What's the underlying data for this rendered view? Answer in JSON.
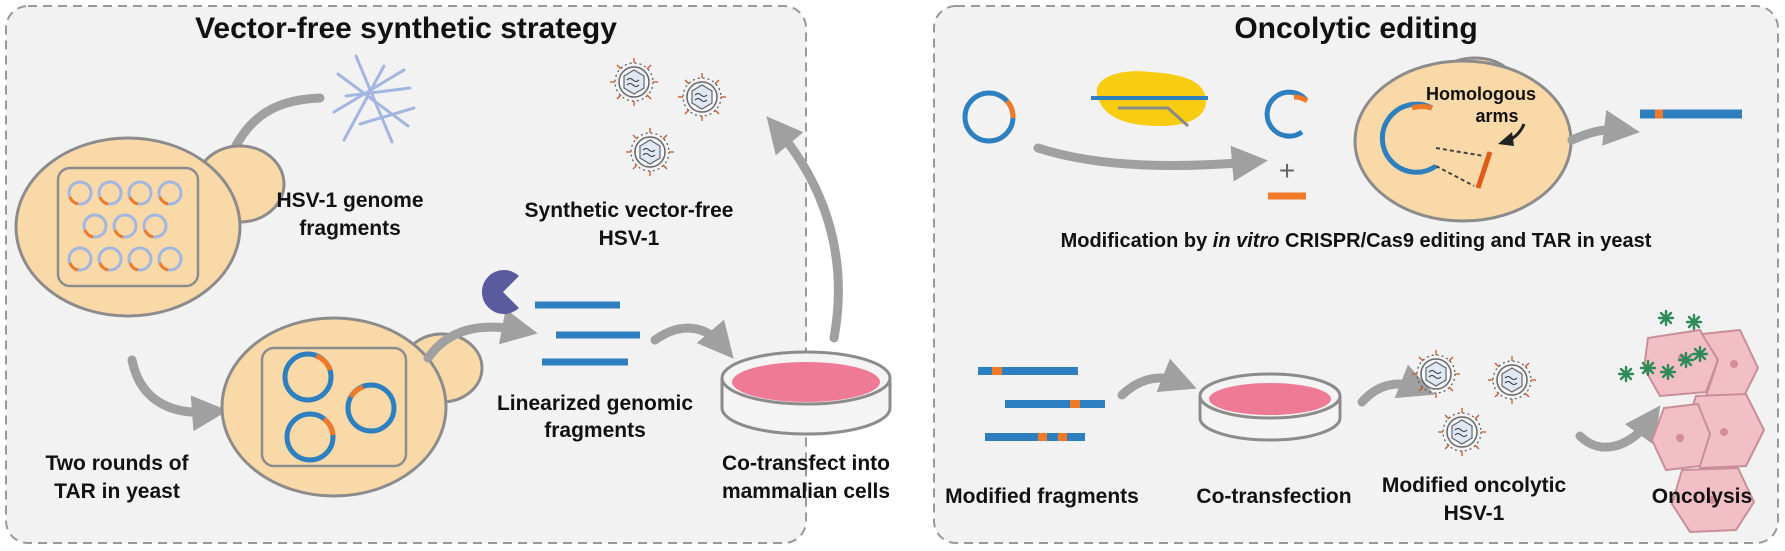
{
  "panels": {
    "left": {
      "title": "Vector-free synthetic strategy",
      "labels": {
        "genome_fragments_1": "HSV-1 genome",
        "genome_fragments_2": "fragments",
        "synthetic_1": "Synthetic vector-free",
        "synthetic_2": "HSV-1",
        "linearized_1": "Linearized genomic",
        "linearized_2": "fragments",
        "tar_1": "Two rounds of",
        "tar_2": "TAR in yeast",
        "cotransfect_1": "Co-transfect into",
        "cotransfect_2": "mammalian cells"
      }
    },
    "right": {
      "title": "Oncolytic editing",
      "labels": {
        "homologous_1": "Homologous",
        "homologous_2": "arms",
        "modification_pre": "Modification by ",
        "modification_italic": "in vitro",
        "modification_post": " CRISPR/Cas9 editing and TAR in yeast",
        "modified_fragments": "Modified fragments",
        "cotransfection": "Co-transfection",
        "modified_oncolytic_1": "Modified oncolytic",
        "modified_oncolytic_2": "HSV-1",
        "oncolysis": "Oncolysis",
        "plus": "+"
      }
    }
  },
  "colors": {
    "yeast_fill": "#f9d9a8",
    "yeast_stroke": "#8c8c8c",
    "dna_blue": "#2e7fbf",
    "dna_orange": "#f07a28",
    "dish_pink": "#ee7a96",
    "arrow_gray": "#a0a0a0",
    "panel_bg": "#f2f2f2",
    "fragment_lilac": "#a3b6e0",
    "cas9_yellow": "#f8cc10",
    "cell_pink": "#f2bfc6",
    "virus_green": "#2e8b57"
  }
}
